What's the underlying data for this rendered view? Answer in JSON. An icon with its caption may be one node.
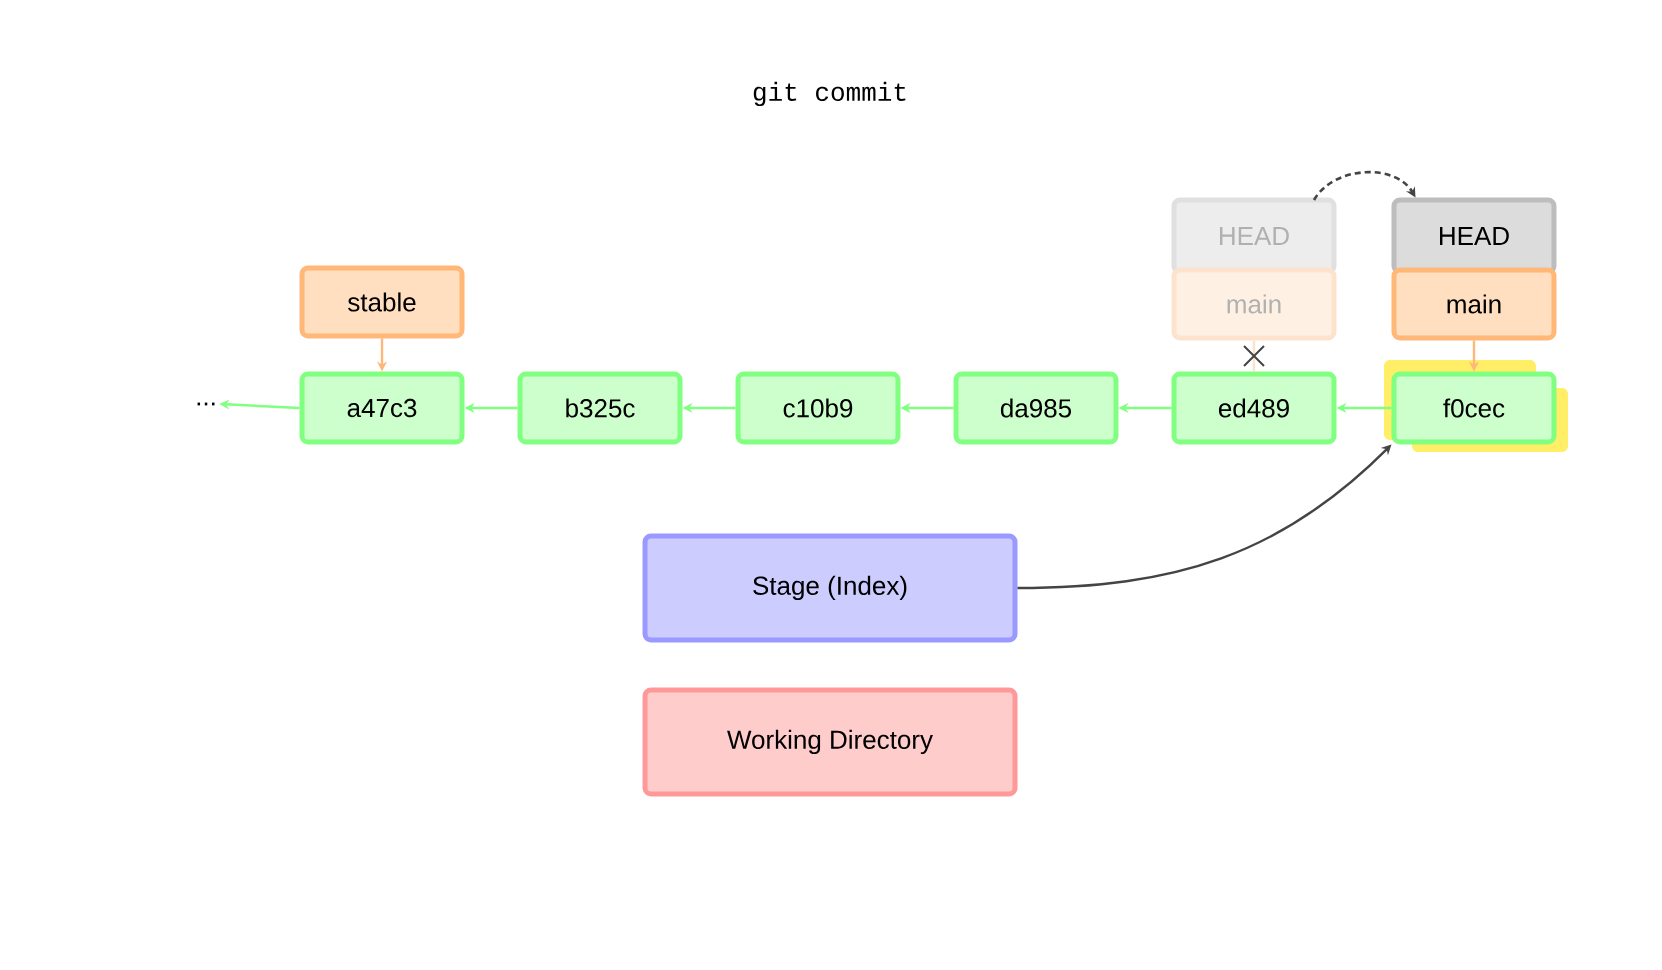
{
  "diagram": {
    "title": "git commit",
    "nodes": [
      {
        "text": [
          "..."
        ]
      },
      {
        "text": [
          "a47c3"
        ]
      },
      {
        "text": [
          "b325c"
        ]
      },
      {
        "text": [
          "c10b9"
        ]
      },
      {
        "text": [
          "da985"
        ]
      },
      {
        "text": [
          "ed489"
        ]
      },
      {
        "text": [
          "f0cec"
        ]
      },
      {
        "text": [
          "stable"
        ]
      },
      {
        "text": [
          "HEAD"
        ]
      },
      {
        "text": [
          "main"
        ]
      },
      {
        "text": [
          "HEAD"
        ]
      },
      {
        "text": [
          "main"
        ]
      },
      {
        "text": [
          "Stage (Index)"
        ]
      },
      {
        "text": [
          "Working Directory"
        ]
      }
    ],
    "edges": [
      {
        "from": 1,
        "to": 0,
        "arrow": "to"
      },
      {
        "from": 2,
        "to": 1,
        "arrow": "to"
      },
      {
        "from": 3,
        "to": 2,
        "arrow": "to"
      },
      {
        "from": 4,
        "to": 3,
        "arrow": "to"
      },
      {
        "from": 5,
        "to": 4,
        "arrow": "to"
      },
      {
        "from": 6,
        "to": 5,
        "arrow": "to"
      },
      {
        "from": 7,
        "to": 1,
        "arrow": "to",
        "color": "#ffb878"
      },
      {
        "from": 9,
        "to": 5,
        "arrow": "none",
        "color": "#fde3cc"
      },
      {
        "from": 11,
        "to": 6,
        "arrow": "to",
        "color": "#ffb878"
      },
      {
        "from": 8,
        "to": 10,
        "arrow": "to",
        "style": "dashed",
        "color": "#444444"
      },
      {
        "from": 12,
        "to": 6,
        "arrow": "to",
        "color": "#444444"
      }
    ]
  }
}
